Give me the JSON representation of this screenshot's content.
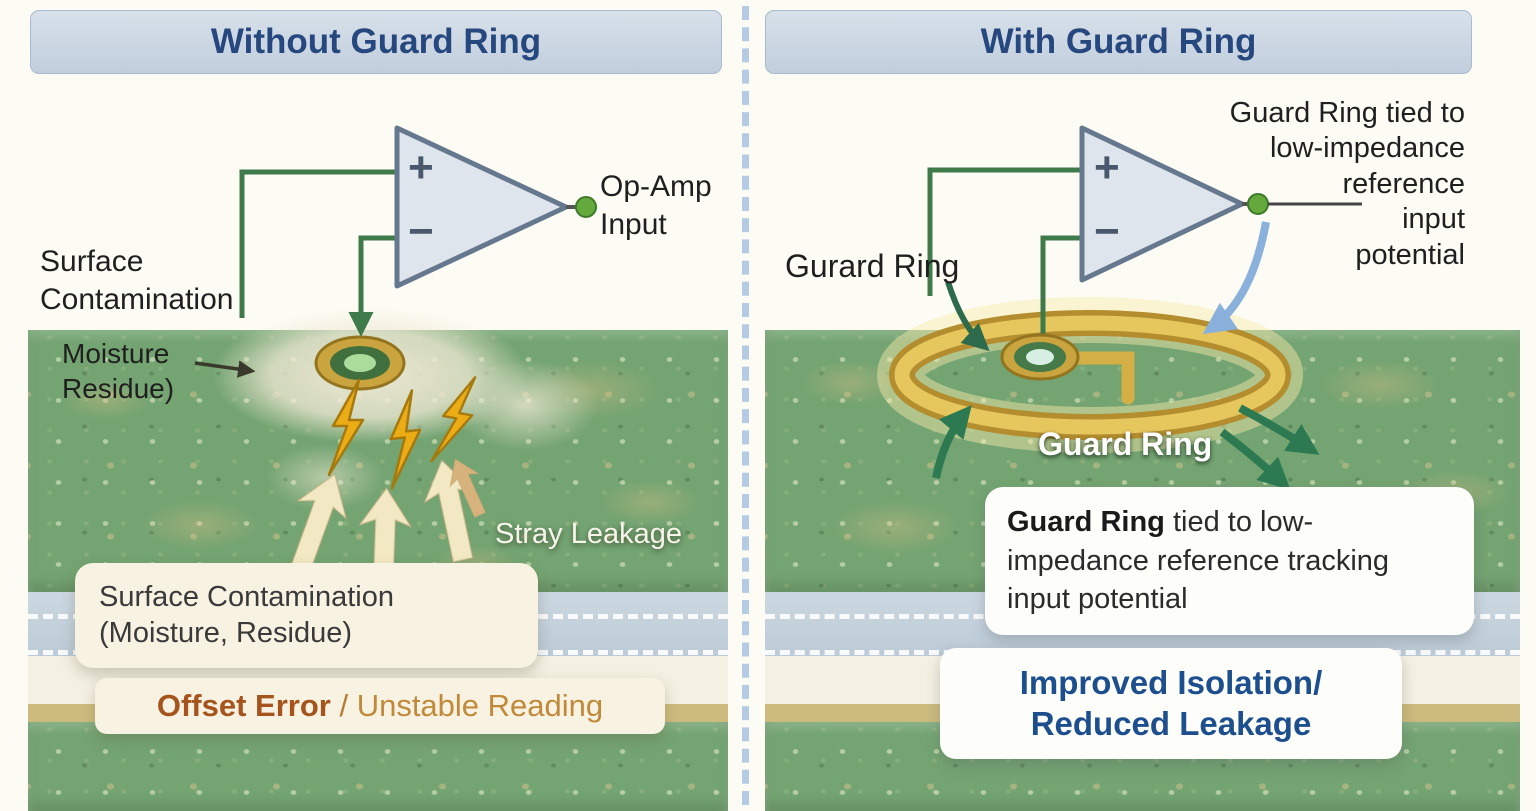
{
  "left_panel": {
    "title": "Without Guard Ring",
    "surface_contamination_label": "Surface\nContamination",
    "moisture_label": "Moisture\n Residue)",
    "opamp_output_label": "Op-Amp\nInput",
    "stray_leakage_label": "Stray Leakage",
    "contamination_box": {
      "line1": "Surface Contamination",
      "line2": "(Moisture, Residue)"
    },
    "result_box": {
      "error_label": "Offset Error",
      "separator": " / ",
      "reading_label": "Unstable Reading"
    }
  },
  "right_panel": {
    "title": "With Guard Ring",
    "guard_ring_pointer_label": "Gurard Ring",
    "reference_note": "Guard Ring tied to\nlow-impedance\nreference\ninput\npotential",
    "ring_overlay_label": "Guard Ring",
    "info_box": {
      "bold_text": "Guard Ring",
      "rest_text": " tied to low-impedance reference tracking input potential"
    },
    "result_box_label": "Improved Isolation/\nReduced Leakage"
  },
  "opamp_symbols": {
    "plus": "+",
    "minus": "−"
  },
  "colors": {
    "header_text": "#27477f",
    "header_bg": "#cbd7e4",
    "wire_green": "#3f7a4a",
    "pcb_green": "#74a472",
    "guard_ring_gold": "#d9b84a",
    "offset_error_text": "#a4541c",
    "unstable_reading_text": "#c18a3a",
    "result_blue_text": "#1d4f8e",
    "leakage_bolt": "#ecac15",
    "blue_arrow": "#8ab1dc",
    "green_arrow": "#2d7a52"
  }
}
